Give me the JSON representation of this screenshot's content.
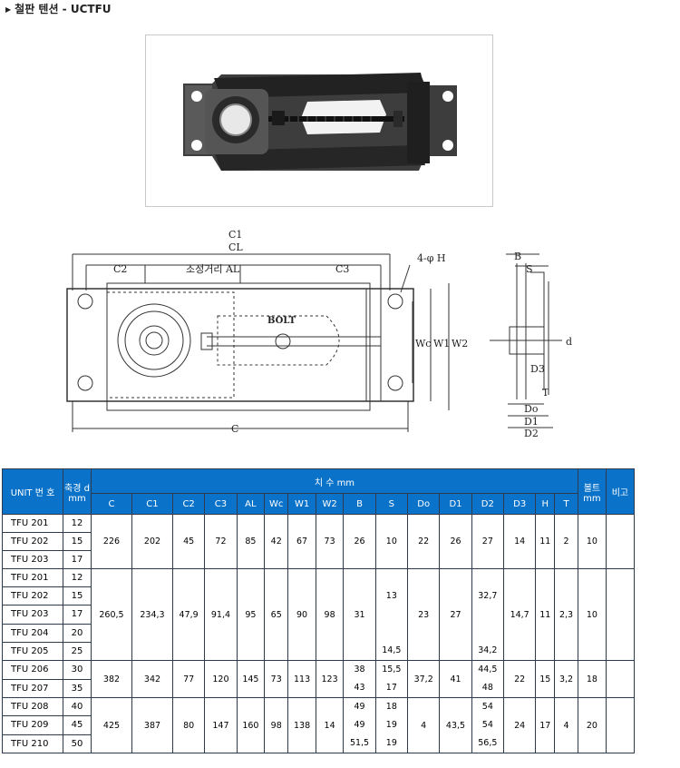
{
  "title": "철판 텐션 - UCTFU",
  "drawing": {
    "labels": {
      "C1": "C1",
      "CL": "CL",
      "C2": "C2",
      "AL": "조정거리 AL",
      "C3": "C3",
      "hole": "4-φ H",
      "bolt": "BOLT",
      "Wc": "Wc",
      "W1": "W1",
      "W2": "W2",
      "C": "C",
      "B": "B",
      "S": "S",
      "d": "d",
      "D3": "D3",
      "T": "T",
      "Do": "Do",
      "D1": "D1",
      "D2": "D2"
    }
  },
  "table": {
    "header": {
      "unit": "UNIT 번 호",
      "shaft": "축경 d mm",
      "dims": "치 수 mm",
      "bolt": "볼트 mm",
      "note": "비고",
      "cols": [
        "C",
        "C1",
        "C2",
        "C3",
        "AL",
        "Wc",
        "W1",
        "W2",
        "B",
        "S",
        "Do",
        "D1",
        "D2",
        "D3",
        "H",
        "T"
      ]
    },
    "groups": [
      {
        "units": [
          [
            "TFU 201",
            "12"
          ],
          [
            "TFU 202",
            "15"
          ],
          [
            "TFU 203",
            "17"
          ]
        ],
        "vals": [
          "226",
          "202",
          "45",
          "72",
          "85",
          "42",
          "67",
          "73",
          "26",
          "10",
          "22",
          "26",
          "27",
          "14",
          "11",
          "2",
          "10"
        ]
      },
      {
        "units": [
          [
            "TFU 201",
            "12"
          ],
          [
            "TFU 202",
            "15"
          ],
          [
            "TFU 203",
            "17"
          ],
          [
            "TFU 204",
            "20"
          ],
          [
            "TFU 205",
            "25"
          ]
        ],
        "vals": [
          "260.5",
          "234.3",
          "47.9",
          "91.4",
          "95",
          "65",
          "90",
          "98",
          "31",
          "",
          "23",
          "27",
          "",
          "14.7",
          "11",
          "2.3",
          "10"
        ],
        "s_vals": [
          "",
          "13",
          "",
          "",
          "14.5"
        ],
        "d2_vals": [
          "",
          "32.7",
          "",
          "",
          "34.2"
        ]
      },
      {
        "units": [
          [
            "TFU 206",
            "30"
          ],
          [
            "TFU 207",
            "35"
          ]
        ],
        "vals": [
          "382",
          "342",
          "77",
          "120",
          "145",
          "73",
          "113",
          "123",
          "",
          "",
          "37.2",
          "41",
          "",
          "22",
          "15",
          "3.2",
          "18"
        ],
        "b_vals": [
          "38",
          "43"
        ],
        "s_vals": [
          "15.5",
          "17"
        ],
        "d2_vals": [
          "44.5",
          "48"
        ]
      },
      {
        "units": [
          [
            "TFU 208",
            "40"
          ],
          [
            "TFU 209",
            "45"
          ],
          [
            "TFU 210",
            "50"
          ]
        ],
        "vals": [
          "425",
          "387",
          "80",
          "147",
          "160",
          "98",
          "138",
          "14",
          "",
          "",
          "4",
          "43.5",
          "",
          "24",
          "17",
          "4",
          "20"
        ],
        "b_vals": [
          "49",
          "49",
          "51.5"
        ],
        "s_vals": [
          "18",
          "19",
          "19"
        ],
        "d2_vals": [
          "54",
          "54",
          "56.5"
        ]
      }
    ]
  }
}
